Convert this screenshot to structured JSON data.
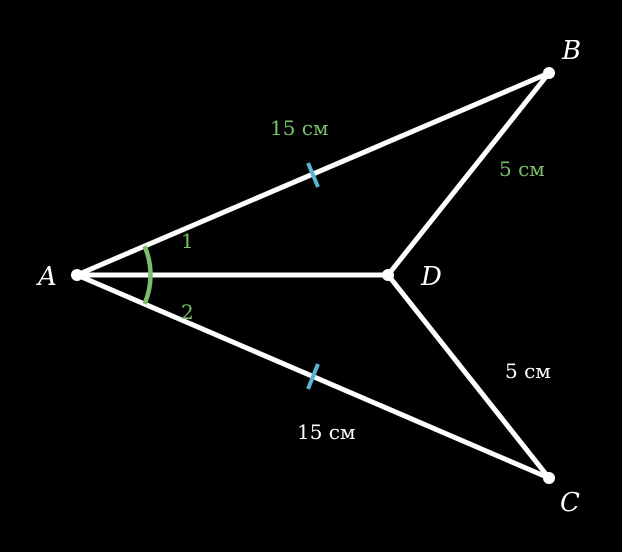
{
  "points": {
    "A": {
      "label": "A"
    },
    "B": {
      "label": "B"
    },
    "C": {
      "label": "C"
    },
    "D": {
      "label": "D"
    }
  },
  "segments": {
    "AB": {
      "length": "15 см"
    },
    "AC": {
      "length": "15 см"
    },
    "BD": {
      "length": "5 см"
    },
    "CD": {
      "length": "5 см"
    }
  },
  "angles": {
    "one": "1",
    "two": "2"
  },
  "colors": {
    "lines": "#ffffff",
    "tick_marks": "#5ab4d6",
    "angle_arc": "#7cbf6a",
    "green_labels": "#7cbf6a",
    "white_labels": "#ffffff",
    "background": "#000000"
  }
}
